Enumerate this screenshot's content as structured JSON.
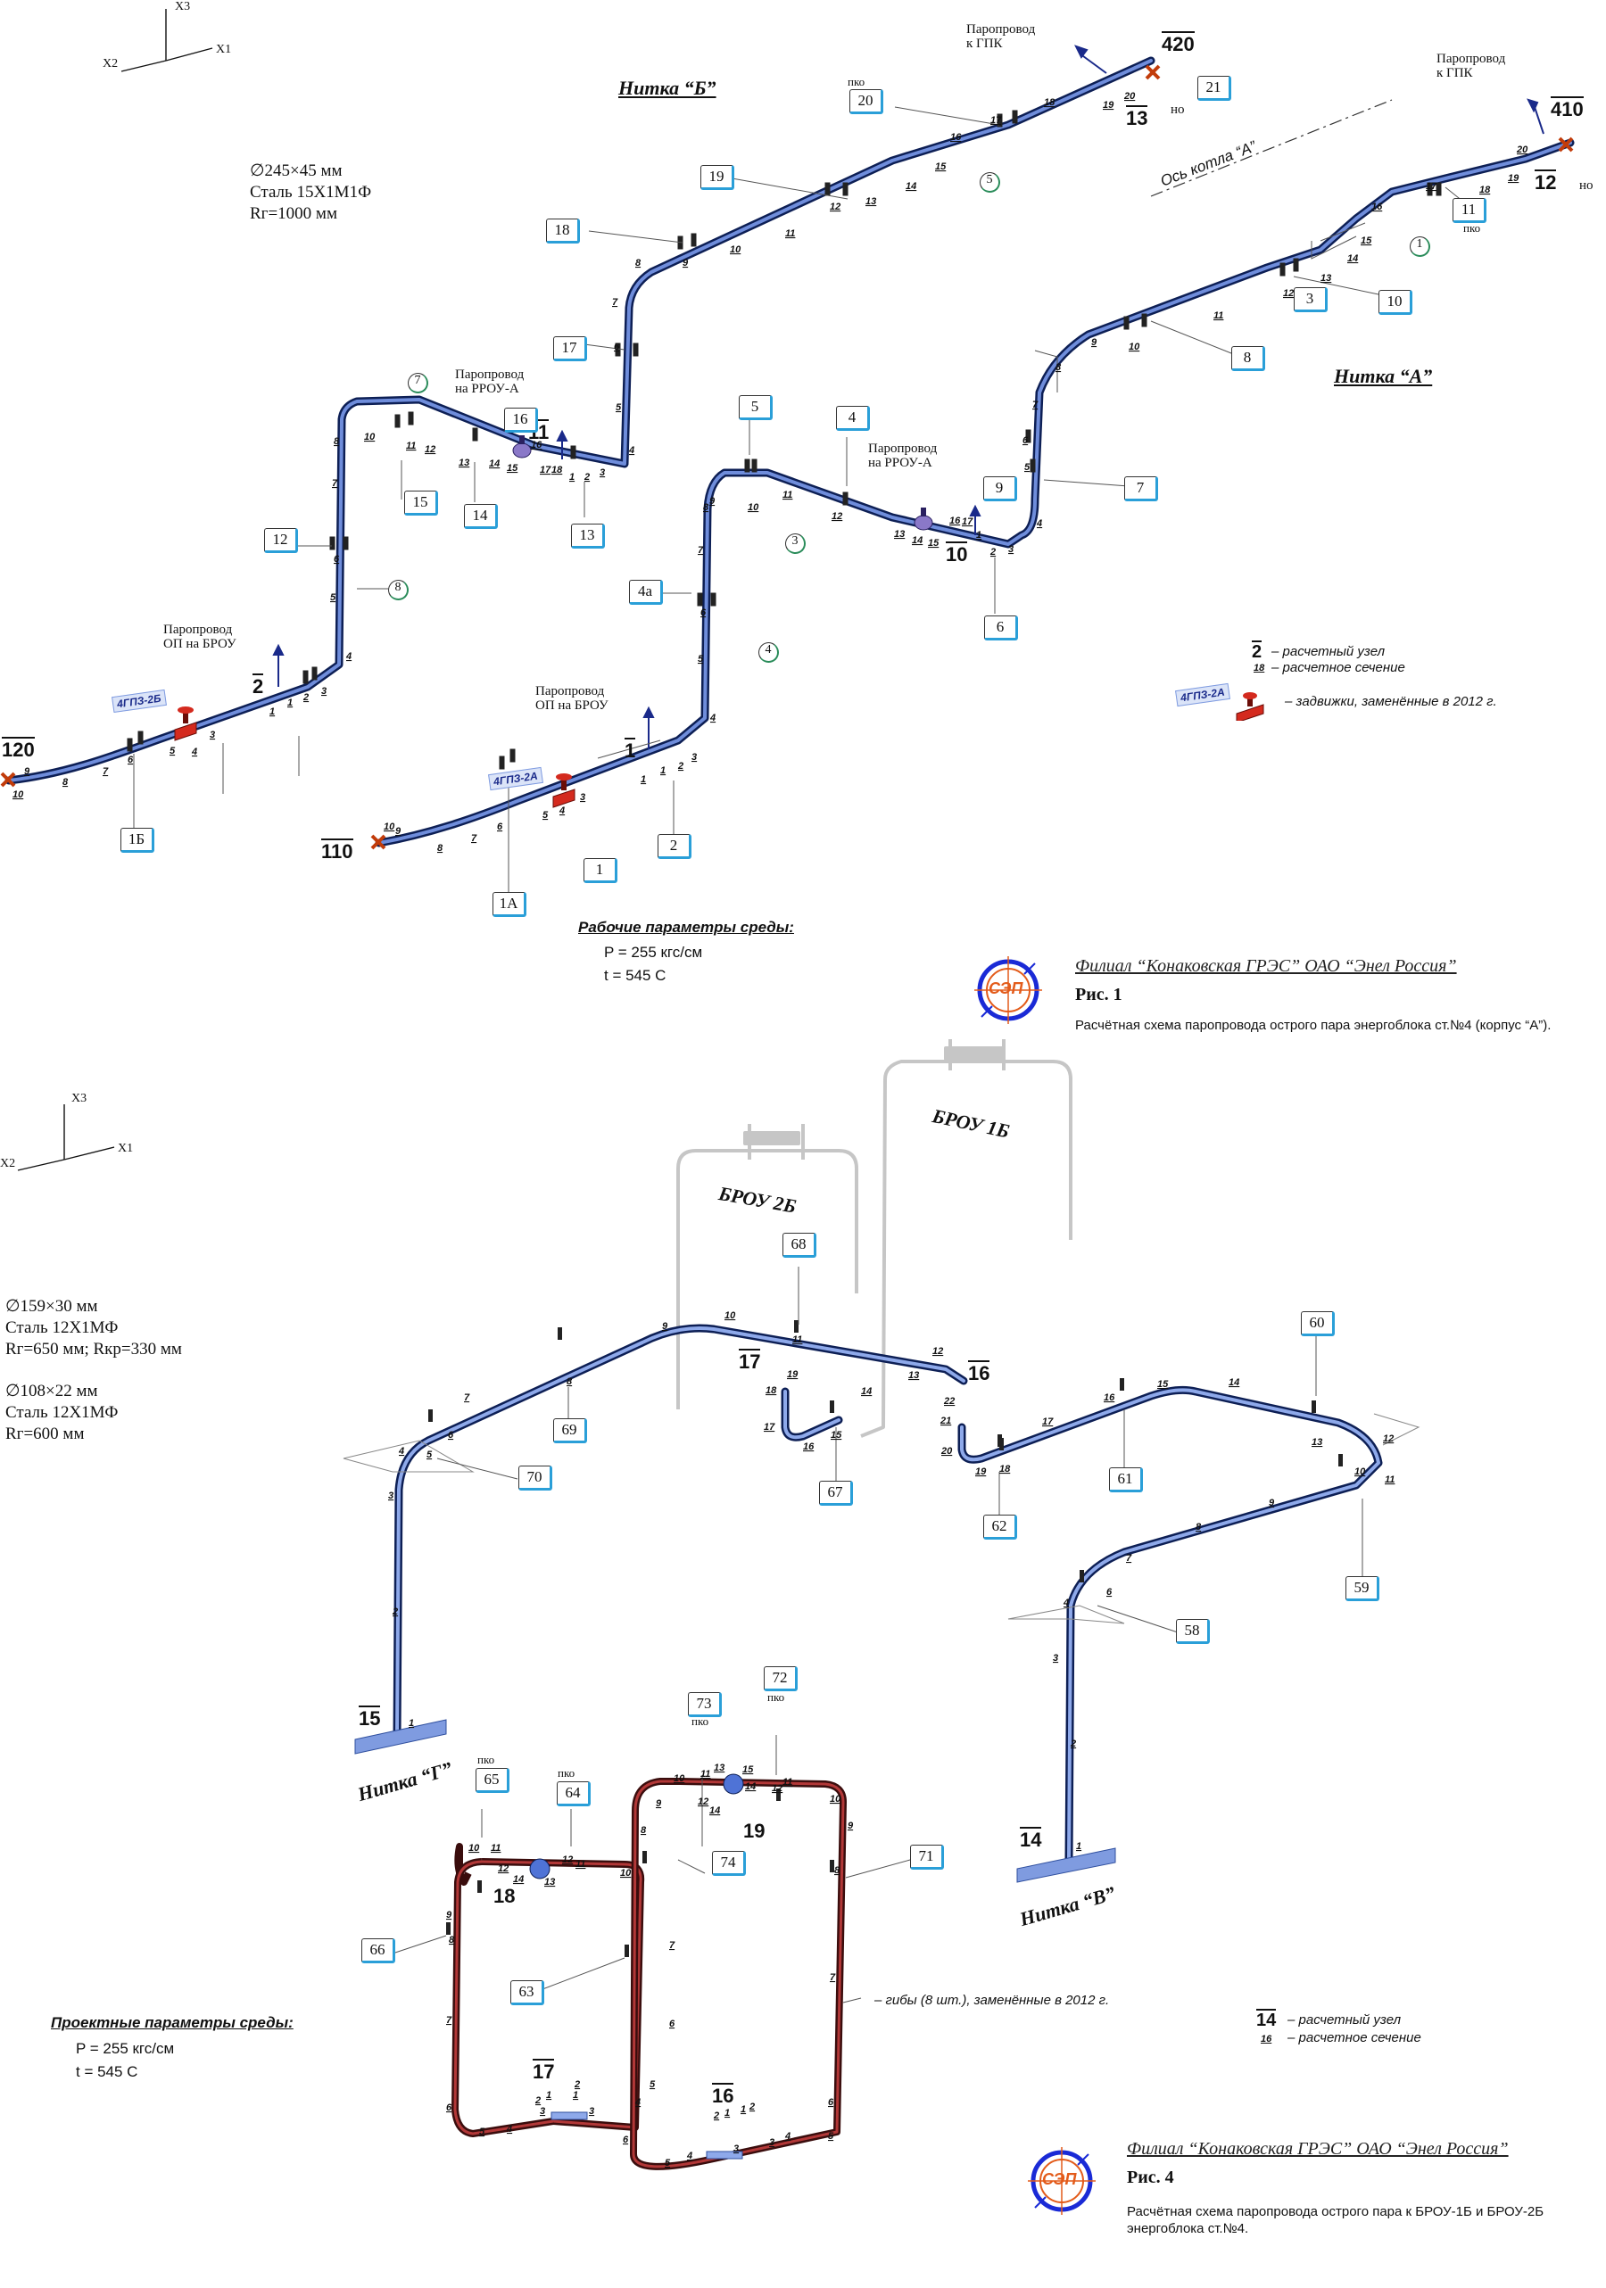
{
  "figure1": {
    "axes": {
      "x1": "X1",
      "x2": "X2",
      "x3": "X3"
    },
    "thread_b": "Нитка “Б”",
    "thread_a": "Нитка “A”",
    "boiler_axis": "Ось котла “A”",
    "spec": [
      "∅245×45 мм",
      "Сталь 15Х1М1Ф",
      "Rг=1000 мм"
    ],
    "annotations": {
      "gpk_b": "Паропровод\nк ГПК",
      "gpk_a": "Паропровод\nк ГПК",
      "rrou_b": "Паропровод\nна РРОУ-А",
      "rrou_a": "Паропровод\nна РРОУ-А",
      "op_b": "Паропровод\nОП на БРОУ",
      "op_a": "Паропровод\nОП на БРОУ"
    },
    "nodes": [
      "420",
      "13",
      "410",
      "12",
      "120",
      "110",
      "11",
      "10",
      "1",
      "2"
    ],
    "valve_tags": [
      "4ГПЗ-2Б",
      "4ГПЗ-2А"
    ],
    "pko": [
      "пко",
      "пко"
    ],
    "no": [
      "но",
      "но"
    ],
    "support_labels": [
      "20",
      "21",
      "19",
      "18",
      "17",
      "16",
      "15",
      "14",
      "13",
      "12",
      "11",
      "1Б",
      "9",
      "10",
      "8",
      "7",
      "6",
      "5",
      "4",
      "4а",
      "3",
      "2",
      "1",
      "1А"
    ],
    "circle_labels": [
      "5",
      "7",
      "8",
      "1",
      "3",
      "4"
    ],
    "legend": {
      "node_sample": "2",
      "node_text": "– расчетный узел",
      "section_sample": "18",
      "section_text": "– расчетное сечение",
      "valve_sample": "4ГПЗ-2А",
      "valve_text": "– задвижки, заменённые в 2012 г."
    },
    "params_title": "Рабочие параметры среды:",
    "params": [
      "P = 255 кгс/см",
      "t  = 545  С"
    ],
    "org": "Филиал “Конаковская ГРЭС” ОАО “Энел Россия”",
    "fig": "Рис. 1",
    "caption": "Расчётная схема паропровода острого пара энергоблока ст.№4 (корпус “А”).",
    "logo": "СЭП"
  },
  "figure4": {
    "axes": {
      "x1": "X1",
      "x2": "X2",
      "x3": "X3"
    },
    "spec1": [
      "∅159×30 мм",
      "Сталь 12Х1МФ",
      "Rг=650 мм; Rкр=330 мм"
    ],
    "spec2": [
      "∅108×22 мм",
      "Сталь 12Х1МФ",
      "Rг=600 мм"
    ],
    "brou2b": "БРОУ 2Б",
    "brou1b": "БРОУ 1Б",
    "thread_g": "Нитка “Г”",
    "thread_v": "Нитка “В”",
    "nodes": [
      "17",
      "16",
      "15",
      "14",
      "18",
      "19",
      "17",
      "16"
    ],
    "pko": [
      "пко",
      "пко",
      "пко",
      "пко"
    ],
    "support_labels": [
      "68",
      "60",
      "69",
      "70",
      "67",
      "61",
      "62",
      "59",
      "58",
      "73",
      "72",
      "65",
      "64",
      "74",
      "71",
      "66",
      "63"
    ],
    "bends_note": "– гибы (8 шт.), заменённые в 2012 г.",
    "legend": {
      "node_sample": "14",
      "node_text": "– расчетный узел",
      "section_sample": "16",
      "section_text": "– расчетное сечение"
    },
    "params_title": "Проектные параметры среды:",
    "params": [
      "P = 255 кгс/см",
      "t  = 545  С"
    ],
    "org": "Филиал “Конаковская ГРЭС” ОАО “Энел Россия”",
    "fig": "Рис. 4",
    "caption": "Расчётная схема паропровода острого пара к БРОУ-1Б и БРОУ-2Б\nэнергоблока ст.№4.",
    "logo": "СЭП"
  },
  "colors": {
    "pipe": "#2f4f9e",
    "pipe_edge": "#0d1f55",
    "pipe_light": "#7f9be0",
    "red_pipe": "#8c1c1c",
    "ghost": "#c6c6c6",
    "label_box": "#2a9fd8",
    "valve_red": "#d42a1e",
    "support_green": "#2a8c5a"
  }
}
